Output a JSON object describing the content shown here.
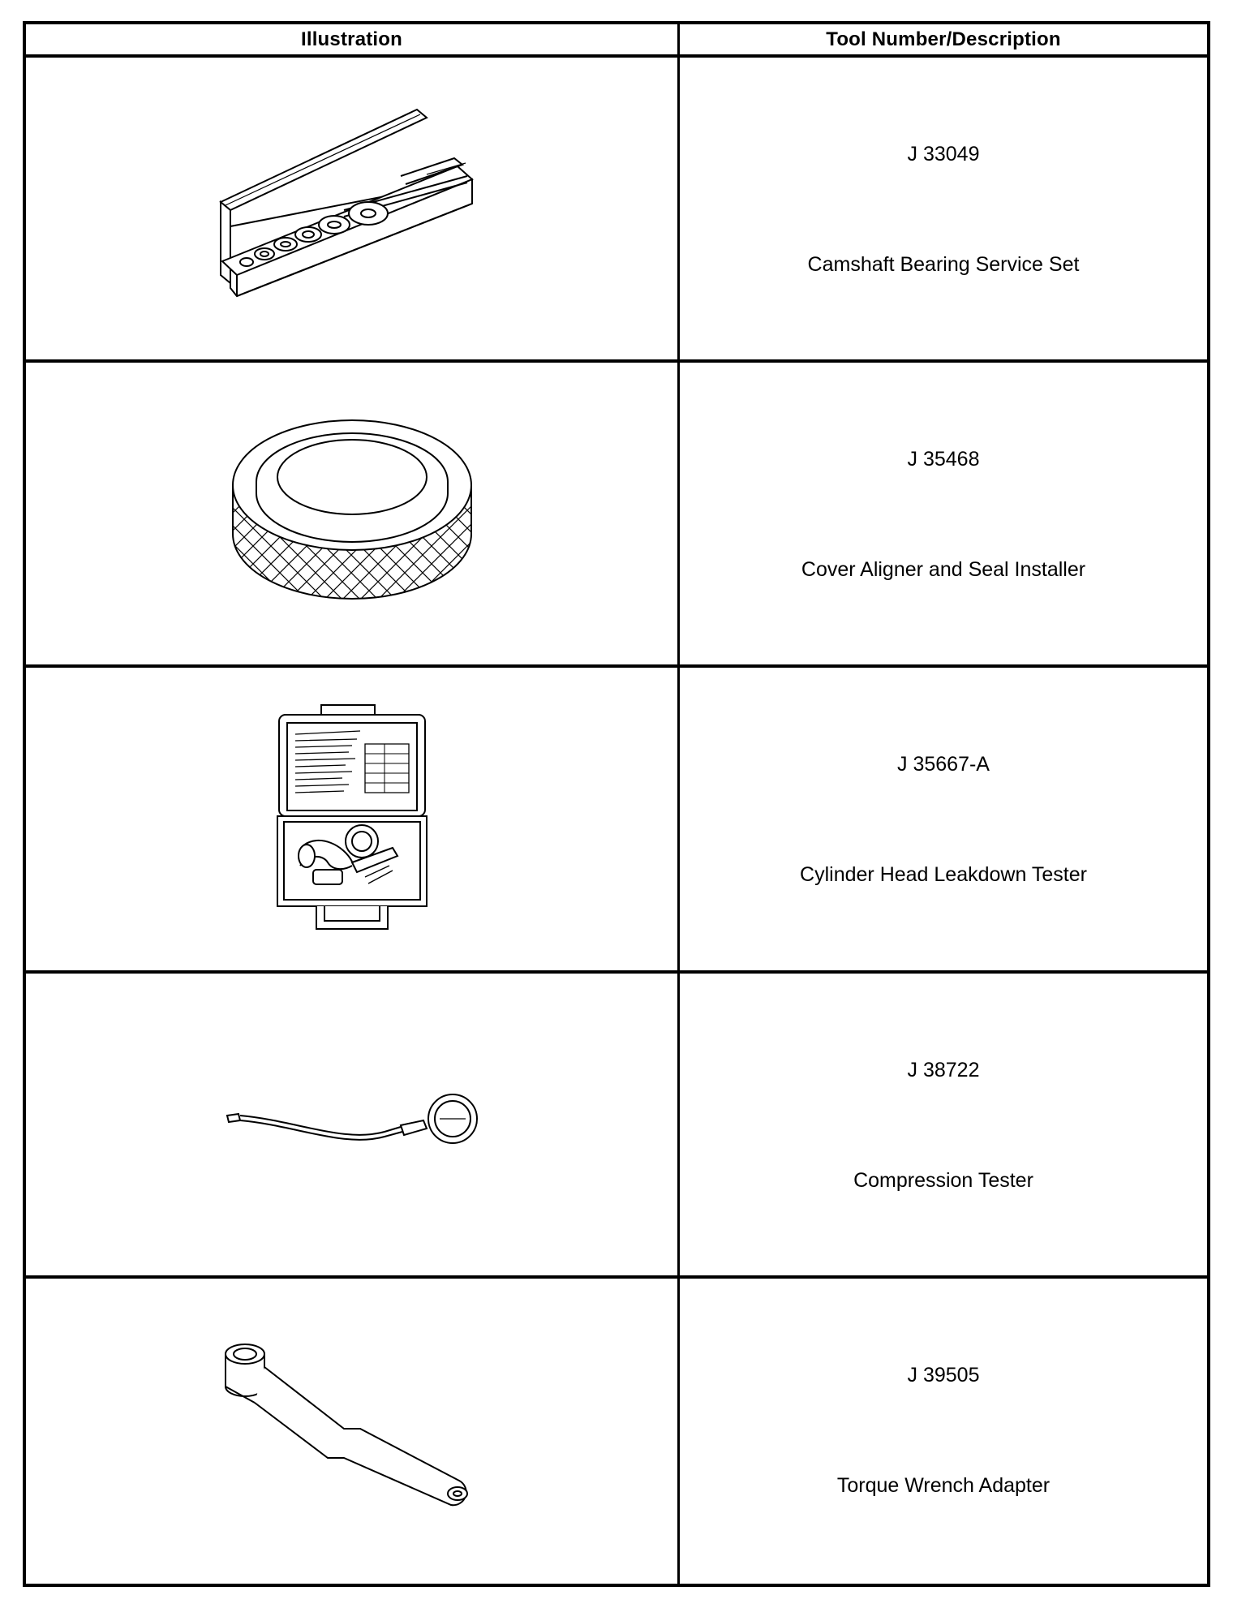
{
  "table": {
    "header": {
      "illustration": "Illustration",
      "tool": "Tool Number/Description"
    },
    "rows": [
      {
        "tool_number": "J 33049",
        "description": "Camshaft Bearing Service Set",
        "icon": "camshaft-bearing-set-icon"
      },
      {
        "tool_number": "J 35468",
        "description": "Cover Aligner and Seal Installer",
        "icon": "cover-aligner-icon"
      },
      {
        "tool_number": "J 35667-A",
        "description": "Cylinder Head Leakdown Tester",
        "icon": "leakdown-tester-case-icon"
      },
      {
        "tool_number": "J 38722",
        "description": "Compression Tester",
        "icon": "compression-tester-icon"
      },
      {
        "tool_number": "J 39505",
        "description": "Torque Wrench Adapter",
        "icon": "torque-wrench-adapter-icon"
      }
    ]
  }
}
